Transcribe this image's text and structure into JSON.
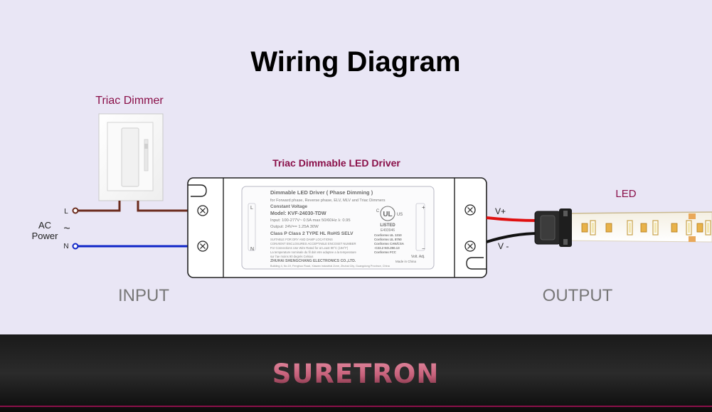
{
  "title": "Wiring Diagram",
  "dimmer": {
    "label": "Triac Dimmer"
  },
  "ac": {
    "line1": "AC",
    "line2": "Power",
    "tilde": "~",
    "L": "L",
    "N": "N"
  },
  "driver": {
    "title": "Triac Dimmable LED Driver",
    "label_lines": [
      "Dimmable LED Driver ( Phase Dimming )",
      "for Forward phase, Reverse phase, ELV, MLV and Triac Dimmers",
      "Constant Voltage",
      "Model: KVF-24030-TDW",
      "Input: 100-277V~ 0.5A max  50/60Hz  λ: 0.95",
      "Output: 24V== 1.25A  30W",
      "Class P   Class 2   TYPE HL   RoHS   SELV",
      "SUITABLE FOR DRY AND DAMP LOCATIONS",
      "CONVIENT ENCLOSURES ACCEPTABLE ENCOSET NUMBER",
      "For Connections Use Wire Rated for at Least 90°C (194°F)",
      "La temperature nominale du fil doit etre adaptee a la temperature",
      "sur l'ae moins 90 degrés Celsius",
      "ZHUHAI SHENGCHANG ELECTRONICS CO.,LTD.",
      "Building 4, No.19, Fenghuo Road, Xiawan Industrial Zone, Zhuhai City, Guangdong Province, China"
    ],
    "ul_mark": "UL",
    "ul_c": "C",
    "ul_us": "US",
    "listed": "LISTED",
    "listed_no": "E493946",
    "conformity": [
      "Conforms UL 1310",
      "Conforms UL 8750",
      "Conforms CAN/CSA",
      "-C22.2 NO.250.13",
      "Conforms FCC"
    ],
    "made_in": "Made in China",
    "in_L": "L",
    "in_N": "N",
    "out_plus": "+",
    "out_minus": "−",
    "volt_adj": "Volt. Adj."
  },
  "output": {
    "vplus": "V+",
    "vminus": "V -"
  },
  "led": {
    "label": "LED"
  },
  "labels": {
    "input": "INPUT",
    "output": "OUTPUT"
  },
  "brand": {
    "name": "SURETRON"
  },
  "colors": {
    "background": "#e9e6f5",
    "accent": "#8a1049",
    "wire_brown": "#6b2b1c",
    "wire_blue": "#1026c8",
    "wire_red": "#e01010",
    "wire_black": "#111111",
    "brand_text": "#c6607a",
    "footer_line": "#8a1049"
  },
  "icons": [
    "terminal-screw-icon",
    "ul-listed-icon",
    "light-switch-icon"
  ]
}
